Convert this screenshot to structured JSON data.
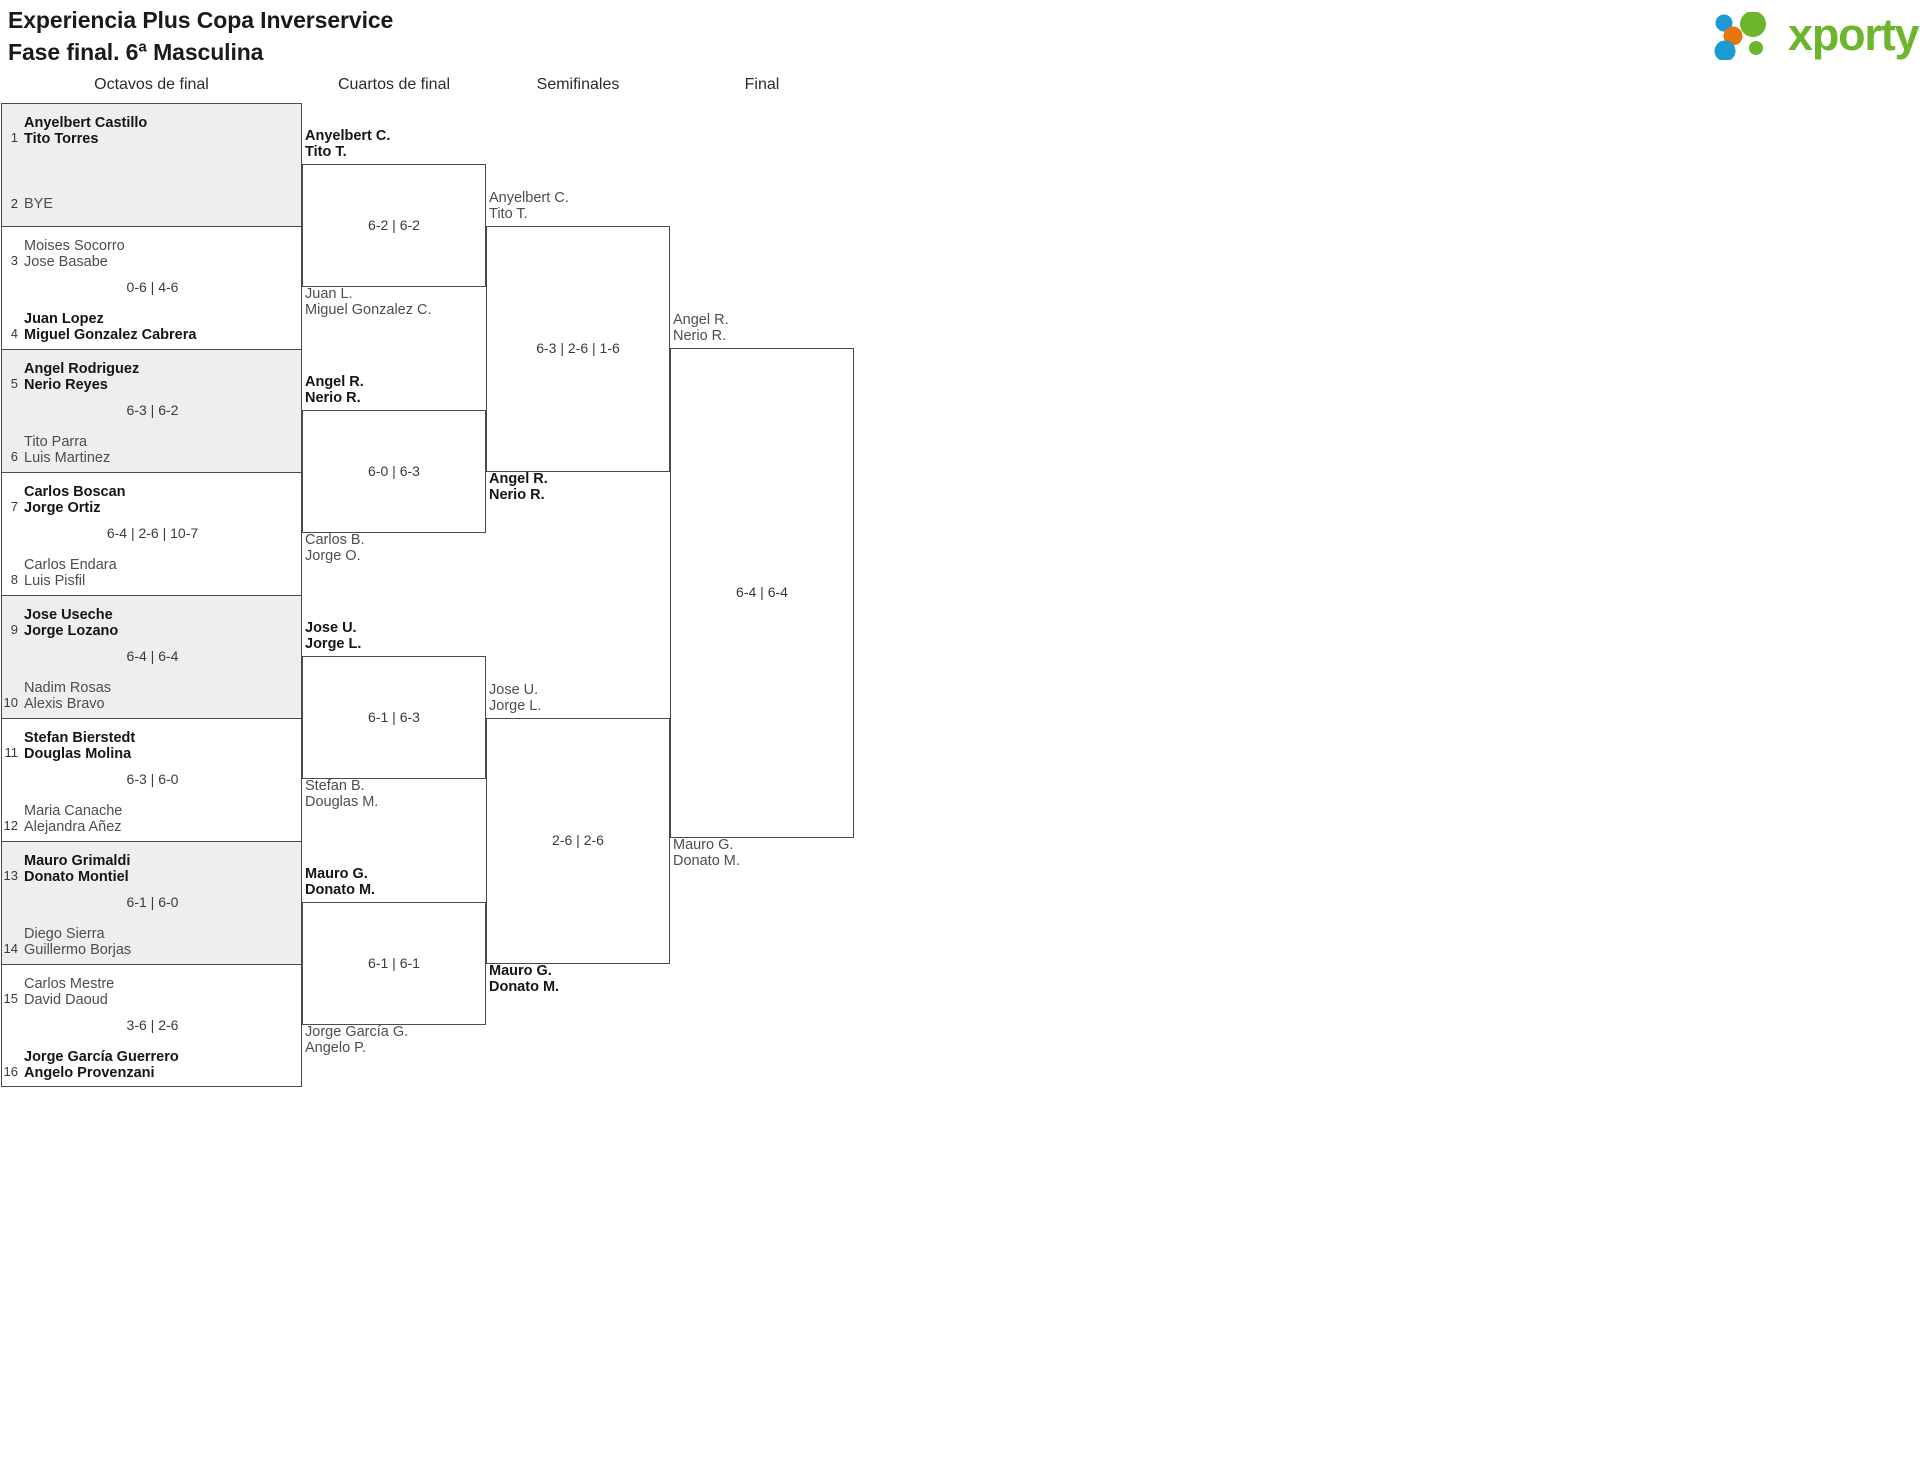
{
  "header": {
    "title_line1": "Experiencia Plus Copa Inverservice",
    "title_line2": "Fase final. 6ª Masculina",
    "logo_text": "xporty",
    "logo_colors": {
      "green": "#6cb52d",
      "blue": "#1b9ad6",
      "orange": "#e8740c"
    }
  },
  "rounds": [
    {
      "id": "r16",
      "label": "Octavos de final"
    },
    {
      "id": "qf",
      "label": "Cuartos de final"
    },
    {
      "id": "sf",
      "label": "Semifinales"
    },
    {
      "id": "f",
      "label": "Final"
    }
  ],
  "r16": {
    "matches": [
      {
        "shaded": true,
        "bye": true,
        "score": "",
        "top": {
          "seed": "1",
          "p1": "Anyelbert Castillo",
          "p2": "Tito Torres",
          "winner": true
        },
        "bottom": {
          "seed": "2",
          "p1": "BYE",
          "p2": "",
          "winner": false
        }
      },
      {
        "shaded": false,
        "bye": false,
        "score": "0-6 | 4-6",
        "top": {
          "seed": "3",
          "p1": "Moises Socorro",
          "p2": "Jose Basabe",
          "winner": false
        },
        "bottom": {
          "seed": "4",
          "p1": "Juan Lopez",
          "p2": "Miguel Gonzalez Cabrera",
          "winner": true
        }
      },
      {
        "shaded": true,
        "bye": false,
        "score": "6-3 | 6-2",
        "top": {
          "seed": "5",
          "p1": "Angel Rodriguez",
          "p2": "Nerio Reyes",
          "winner": true
        },
        "bottom": {
          "seed": "6",
          "p1": "Tito Parra",
          "p2": "Luis Martinez",
          "winner": false
        }
      },
      {
        "shaded": false,
        "bye": false,
        "score": "6-4 | 2-6 | 10-7",
        "top": {
          "seed": "7",
          "p1": "Carlos Boscan",
          "p2": "Jorge Ortiz",
          "winner": true
        },
        "bottom": {
          "seed": "8",
          "p1": "Carlos Endara",
          "p2": "Luis Pisfil",
          "winner": false
        }
      },
      {
        "shaded": true,
        "bye": false,
        "score": "6-4 | 6-4",
        "top": {
          "seed": "9",
          "p1": "Jose Useche",
          "p2": "Jorge Lozano",
          "winner": true
        },
        "bottom": {
          "seed": "10",
          "p1": "Nadim Rosas",
          "p2": "Alexis Bravo",
          "winner": false
        }
      },
      {
        "shaded": false,
        "bye": false,
        "score": "6-3 | 6-0",
        "top": {
          "seed": "11",
          "p1": "Stefan Bierstedt",
          "p2": "Douglas Molina",
          "winner": true
        },
        "bottom": {
          "seed": "12",
          "p1": "Maria Canache",
          "p2": "Alejandra Añez",
          "winner": false
        }
      },
      {
        "shaded": true,
        "bye": false,
        "score": "6-1 | 6-0",
        "top": {
          "seed": "13",
          "p1": "Mauro Grimaldi",
          "p2": "Donato Montiel",
          "winner": true
        },
        "bottom": {
          "seed": "14",
          "p1": "Diego Sierra",
          "p2": "Guillermo Borjas",
          "winner": false
        }
      },
      {
        "shaded": false,
        "bye": false,
        "score": "3-6 | 2-6",
        "top": {
          "seed": "15",
          "p1": "Carlos Mestre",
          "p2": "David Daoud",
          "winner": false
        },
        "bottom": {
          "seed": "16",
          "p1": "Jorge García Guerrero",
          "p2": "Angelo Provenzani",
          "winner": true
        }
      }
    ]
  },
  "qf": {
    "matches": [
      {
        "score": "6-2 | 6-2",
        "top": {
          "p1": "Anyelbert C.",
          "p2": "Tito T.",
          "winner": true
        },
        "bottom": {
          "p1": "Juan L.",
          "p2": "Miguel Gonzalez C.",
          "winner": false
        }
      },
      {
        "score": "6-0 | 6-3",
        "top": {
          "p1": "Angel R.",
          "p2": "Nerio R.",
          "winner": true
        },
        "bottom": {
          "p1": "Carlos B.",
          "p2": "Jorge O.",
          "winner": false
        }
      },
      {
        "score": "6-1 | 6-3",
        "top": {
          "p1": "Jose U.",
          "p2": "Jorge L.",
          "winner": true
        },
        "bottom": {
          "p1": "Stefan B.",
          "p2": "Douglas M.",
          "winner": false
        }
      },
      {
        "score": "6-1 | 6-1",
        "top": {
          "p1": "Mauro G.",
          "p2": "Donato M.",
          "winner": true
        },
        "bottom": {
          "p1": "Jorge García G.",
          "p2": "Angelo P.",
          "winner": false
        }
      }
    ]
  },
  "sf": {
    "matches": [
      {
        "score": "6-3 | 2-6 | 1-6",
        "top": {
          "p1": "Anyelbert C.",
          "p2": "Tito T.",
          "winner": false
        },
        "bottom": {
          "p1": "Angel R.",
          "p2": "Nerio R.",
          "winner": true
        }
      },
      {
        "score": "2-6 | 2-6",
        "top": {
          "p1": "Jose U.",
          "p2": "Jorge L.",
          "winner": false
        },
        "bottom": {
          "p1": "Mauro G.",
          "p2": "Donato M.",
          "winner": true
        }
      }
    ]
  },
  "final": {
    "matches": [
      {
        "score": "6-4 | 6-4",
        "top": {
          "p1": "Angel R.",
          "p2": "Nerio R.",
          "winner": false
        },
        "bottom": {
          "p1": "Mauro G.",
          "p2": "Donato M.",
          "winner": false
        }
      }
    ]
  }
}
